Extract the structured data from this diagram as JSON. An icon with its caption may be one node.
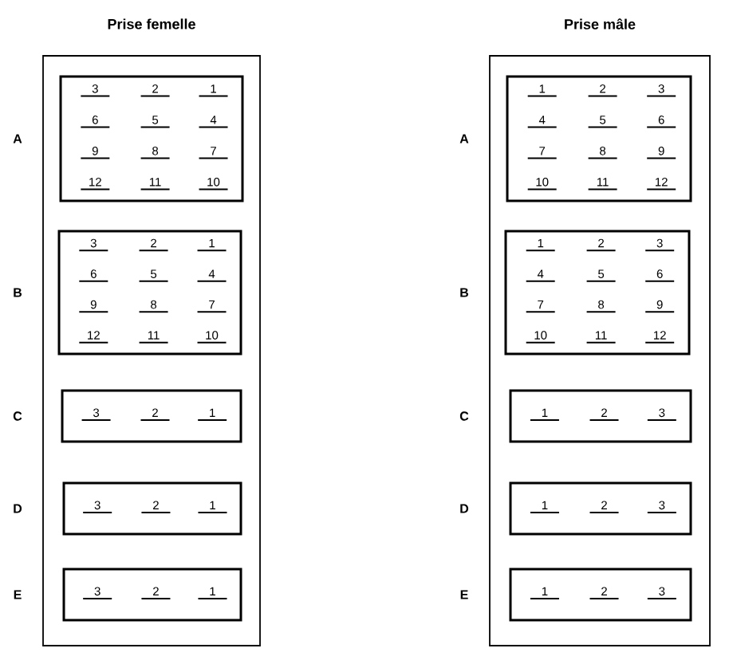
{
  "diagram": {
    "nodes": [
      {
        "text": [
          "Prise femelle"
        ]
      },
      {
        "text": [
          "3",
          "2",
          "1",
          "6",
          "5",
          "4",
          "9",
          "8",
          "7",
          "12",
          "11",
          "10"
        ],
        "in": 0,
        "beside": [
          "A"
        ]
      },
      {
        "text": [
          "3",
          "2",
          "1",
          "6",
          "5",
          "4",
          "9",
          "8",
          "7",
          "12",
          "11",
          "10"
        ],
        "in": 0,
        "beside": [
          "B"
        ]
      },
      {
        "text": [
          "3",
          "2",
          "1"
        ],
        "in": 0,
        "beside": [
          "C"
        ]
      },
      {
        "text": [
          "3",
          "2",
          "1"
        ],
        "in": 0,
        "beside": [
          "D"
        ]
      },
      {
        "text": [
          "3",
          "2",
          "1"
        ],
        "in": 0,
        "beside": [
          "E"
        ]
      },
      {
        "text": [
          "Prise mâle"
        ]
      },
      {
        "text": [
          "1",
          "2",
          "3",
          "4",
          "5",
          "6",
          "7",
          "8",
          "9",
          "10",
          "11",
          "12"
        ],
        "in": 6,
        "beside": [
          "A"
        ]
      },
      {
        "text": [
          "1",
          "2",
          "3",
          "4",
          "5",
          "6",
          "7",
          "8",
          "9",
          "10",
          "11",
          "12"
        ],
        "in": 6,
        "beside": [
          "B"
        ]
      },
      {
        "text": [
          "1",
          "2",
          "3"
        ],
        "in": 6,
        "beside": [
          "C"
        ]
      },
      {
        "text": [
          "1",
          "2",
          "3"
        ],
        "in": 6,
        "beside": [
          "D"
        ]
      },
      {
        "text": [
          "1",
          "2",
          "3"
        ],
        "in": 6,
        "beside": [
          "E"
        ]
      }
    ]
  }
}
